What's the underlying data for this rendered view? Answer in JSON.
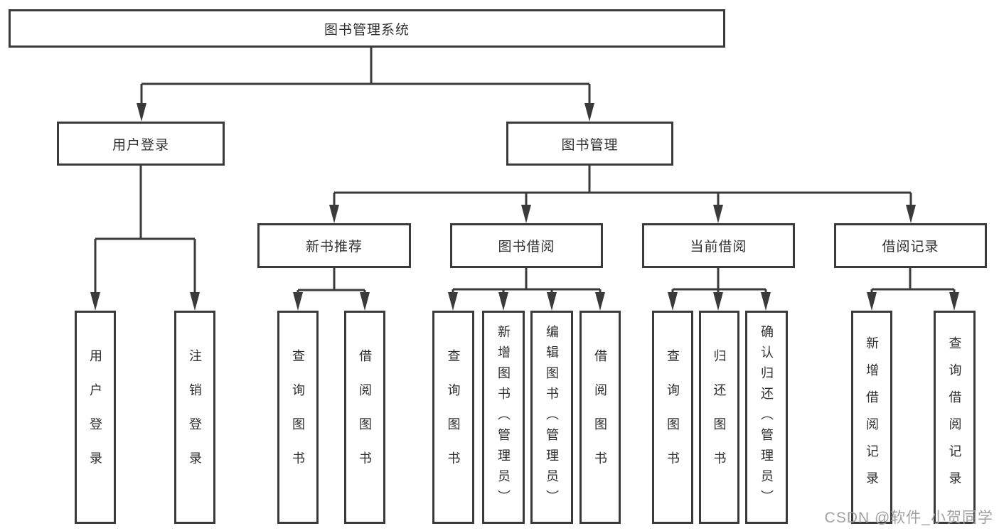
{
  "tree": {
    "label": "图书管理系统",
    "children": [
      {
        "label": "用户登录",
        "leaves": [
          "用户登录",
          "注销登录"
        ]
      },
      {
        "label": "图书管理",
        "children": [
          {
            "label": "新书推荐",
            "leaves": [
              "查询图书",
              "借阅图书"
            ]
          },
          {
            "label": "图书借阅",
            "leaves": [
              "查询图书",
              "新增图书（管理员）",
              "编辑图书（管理员）",
              "借阅图书"
            ]
          },
          {
            "label": "当前借阅",
            "leaves": [
              "查询图书",
              "归还图书",
              "确认归还（管理员）"
            ]
          },
          {
            "label": "借阅记录",
            "leaves": [
              "新增借阅记录",
              "查询借阅记录"
            ]
          }
        ]
      }
    ]
  },
  "watermark": {
    "text": "CSDN @软件_小贺同学"
  },
  "colors": {
    "line": "#3a3a3a",
    "text": "#2f2f2f",
    "background": "#ffffff",
    "watermark": "#a0a0a0"
  }
}
